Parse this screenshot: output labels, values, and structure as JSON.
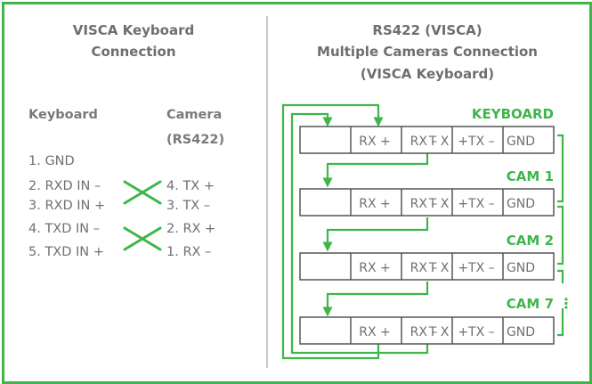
{
  "left_panel": {
    "title_line1": "VISCA Keyboard",
    "title_line2": "Connection",
    "keyboard_header": "Keyboard",
    "camera_header_line1": "Camera",
    "camera_header_line2": "(RS422)",
    "keyboard_pins": [
      "1. GND",
      "2. RXD IN –",
      "3. RXD IN +",
      "4. TXD IN –",
      "5. TXD IN +"
    ],
    "camera_pins": [
      "4. TX +",
      "3. TX –",
      "2. RX +",
      "1. RX –"
    ]
  },
  "right_panel": {
    "title_line1": "RS422 (VISCA)",
    "title_line2": "Multiple Cameras Connection",
    "title_line3": "(VISCA Keyboard)",
    "device_labels": [
      "KEYBOARD",
      "CAM 1",
      "CAM 2",
      "CAM 7"
    ],
    "ellipsis": "⋮",
    "terminal_labels": [
      "RX +",
      "RX –",
      "T X",
      "+TX –",
      "GND"
    ]
  },
  "colors": {
    "accent": "#3fb54a",
    "text": "#707070",
    "box_border": "#555555"
  }
}
